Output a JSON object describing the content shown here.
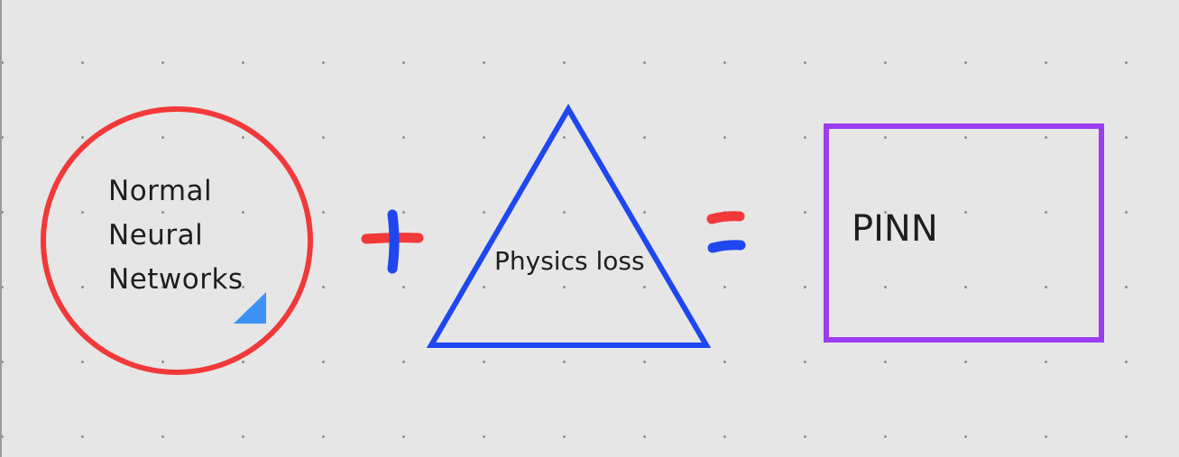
{
  "canvas": {
    "background": "#e6e6e6",
    "dot_color": "#8f8f8f"
  },
  "nodes": {
    "circle": {
      "label_lines": [
        "Normal",
        "Neural",
        "Networks"
      ],
      "stroke": "#f2393a",
      "corner_marker_color": "#3e91f5"
    },
    "triangle": {
      "label": "Physics loss",
      "stroke": "#1f47f0"
    },
    "rectangle": {
      "label": "PINN",
      "stroke": "#9a3cf0"
    }
  },
  "operators": {
    "plus": {
      "symbol": "+",
      "horizontal_color": "#f2393a",
      "vertical_color": "#1f47f0"
    },
    "equals": {
      "symbol": "=",
      "top_color": "#f2393a",
      "bottom_color": "#1f47f0"
    }
  }
}
